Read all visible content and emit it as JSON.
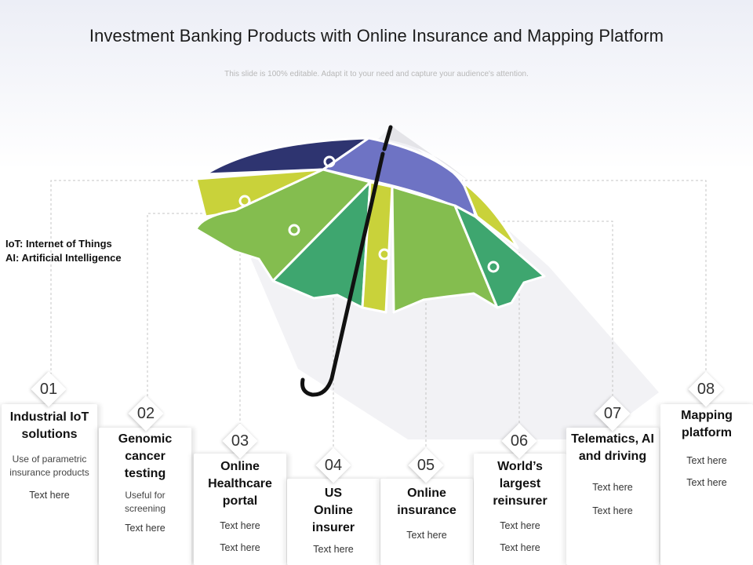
{
  "title": "Investment Banking Products with Online Insurance and Mapping Platform",
  "subtitle": "This slide is 100% editable. Adapt it to your need and capture your audience's attention.",
  "glossary": [
    "IoT: Internet of Things",
    "AI: Artificial Intelligence"
  ],
  "colors": {
    "navy": "#2e3470",
    "periwinkle": "#6e73c4",
    "lime": "#c9d23a",
    "green": "#84bd4f",
    "teal": "#3ea66f",
    "handle": "#111111",
    "connector": "#c4c4c4"
  },
  "items": [
    {
      "num": "01",
      "title": "Industrial IoT solutions",
      "desc": "Use of parametric insurance products",
      "texts": [
        "Text here"
      ]
    },
    {
      "num": "02",
      "title": "Genomic cancer testing",
      "desc": "Useful for screening",
      "texts": [
        "Text here"
      ]
    },
    {
      "num": "03",
      "title": "Online Healthcare portal",
      "desc": "",
      "texts": [
        "Text here",
        "Text here"
      ]
    },
    {
      "num": "04",
      "title": "US Online insurer",
      "desc": "",
      "texts": [
        "Text here"
      ]
    },
    {
      "num": "05",
      "title": "Online insurance",
      "desc": "",
      "texts": [
        "Text here"
      ]
    },
    {
      "num": "06",
      "title": "World’s largest reinsurer",
      "desc": "",
      "texts": [
        "Text here",
        "Text here"
      ]
    },
    {
      "num": "07",
      "title": "Telematics, AI and driving",
      "desc": "",
      "texts": [
        "Text here",
        "Text here"
      ]
    },
    {
      "num": "08",
      "title": "Mapping platform",
      "desc": "",
      "texts": [
        "Text here",
        "Text here"
      ]
    }
  ]
}
